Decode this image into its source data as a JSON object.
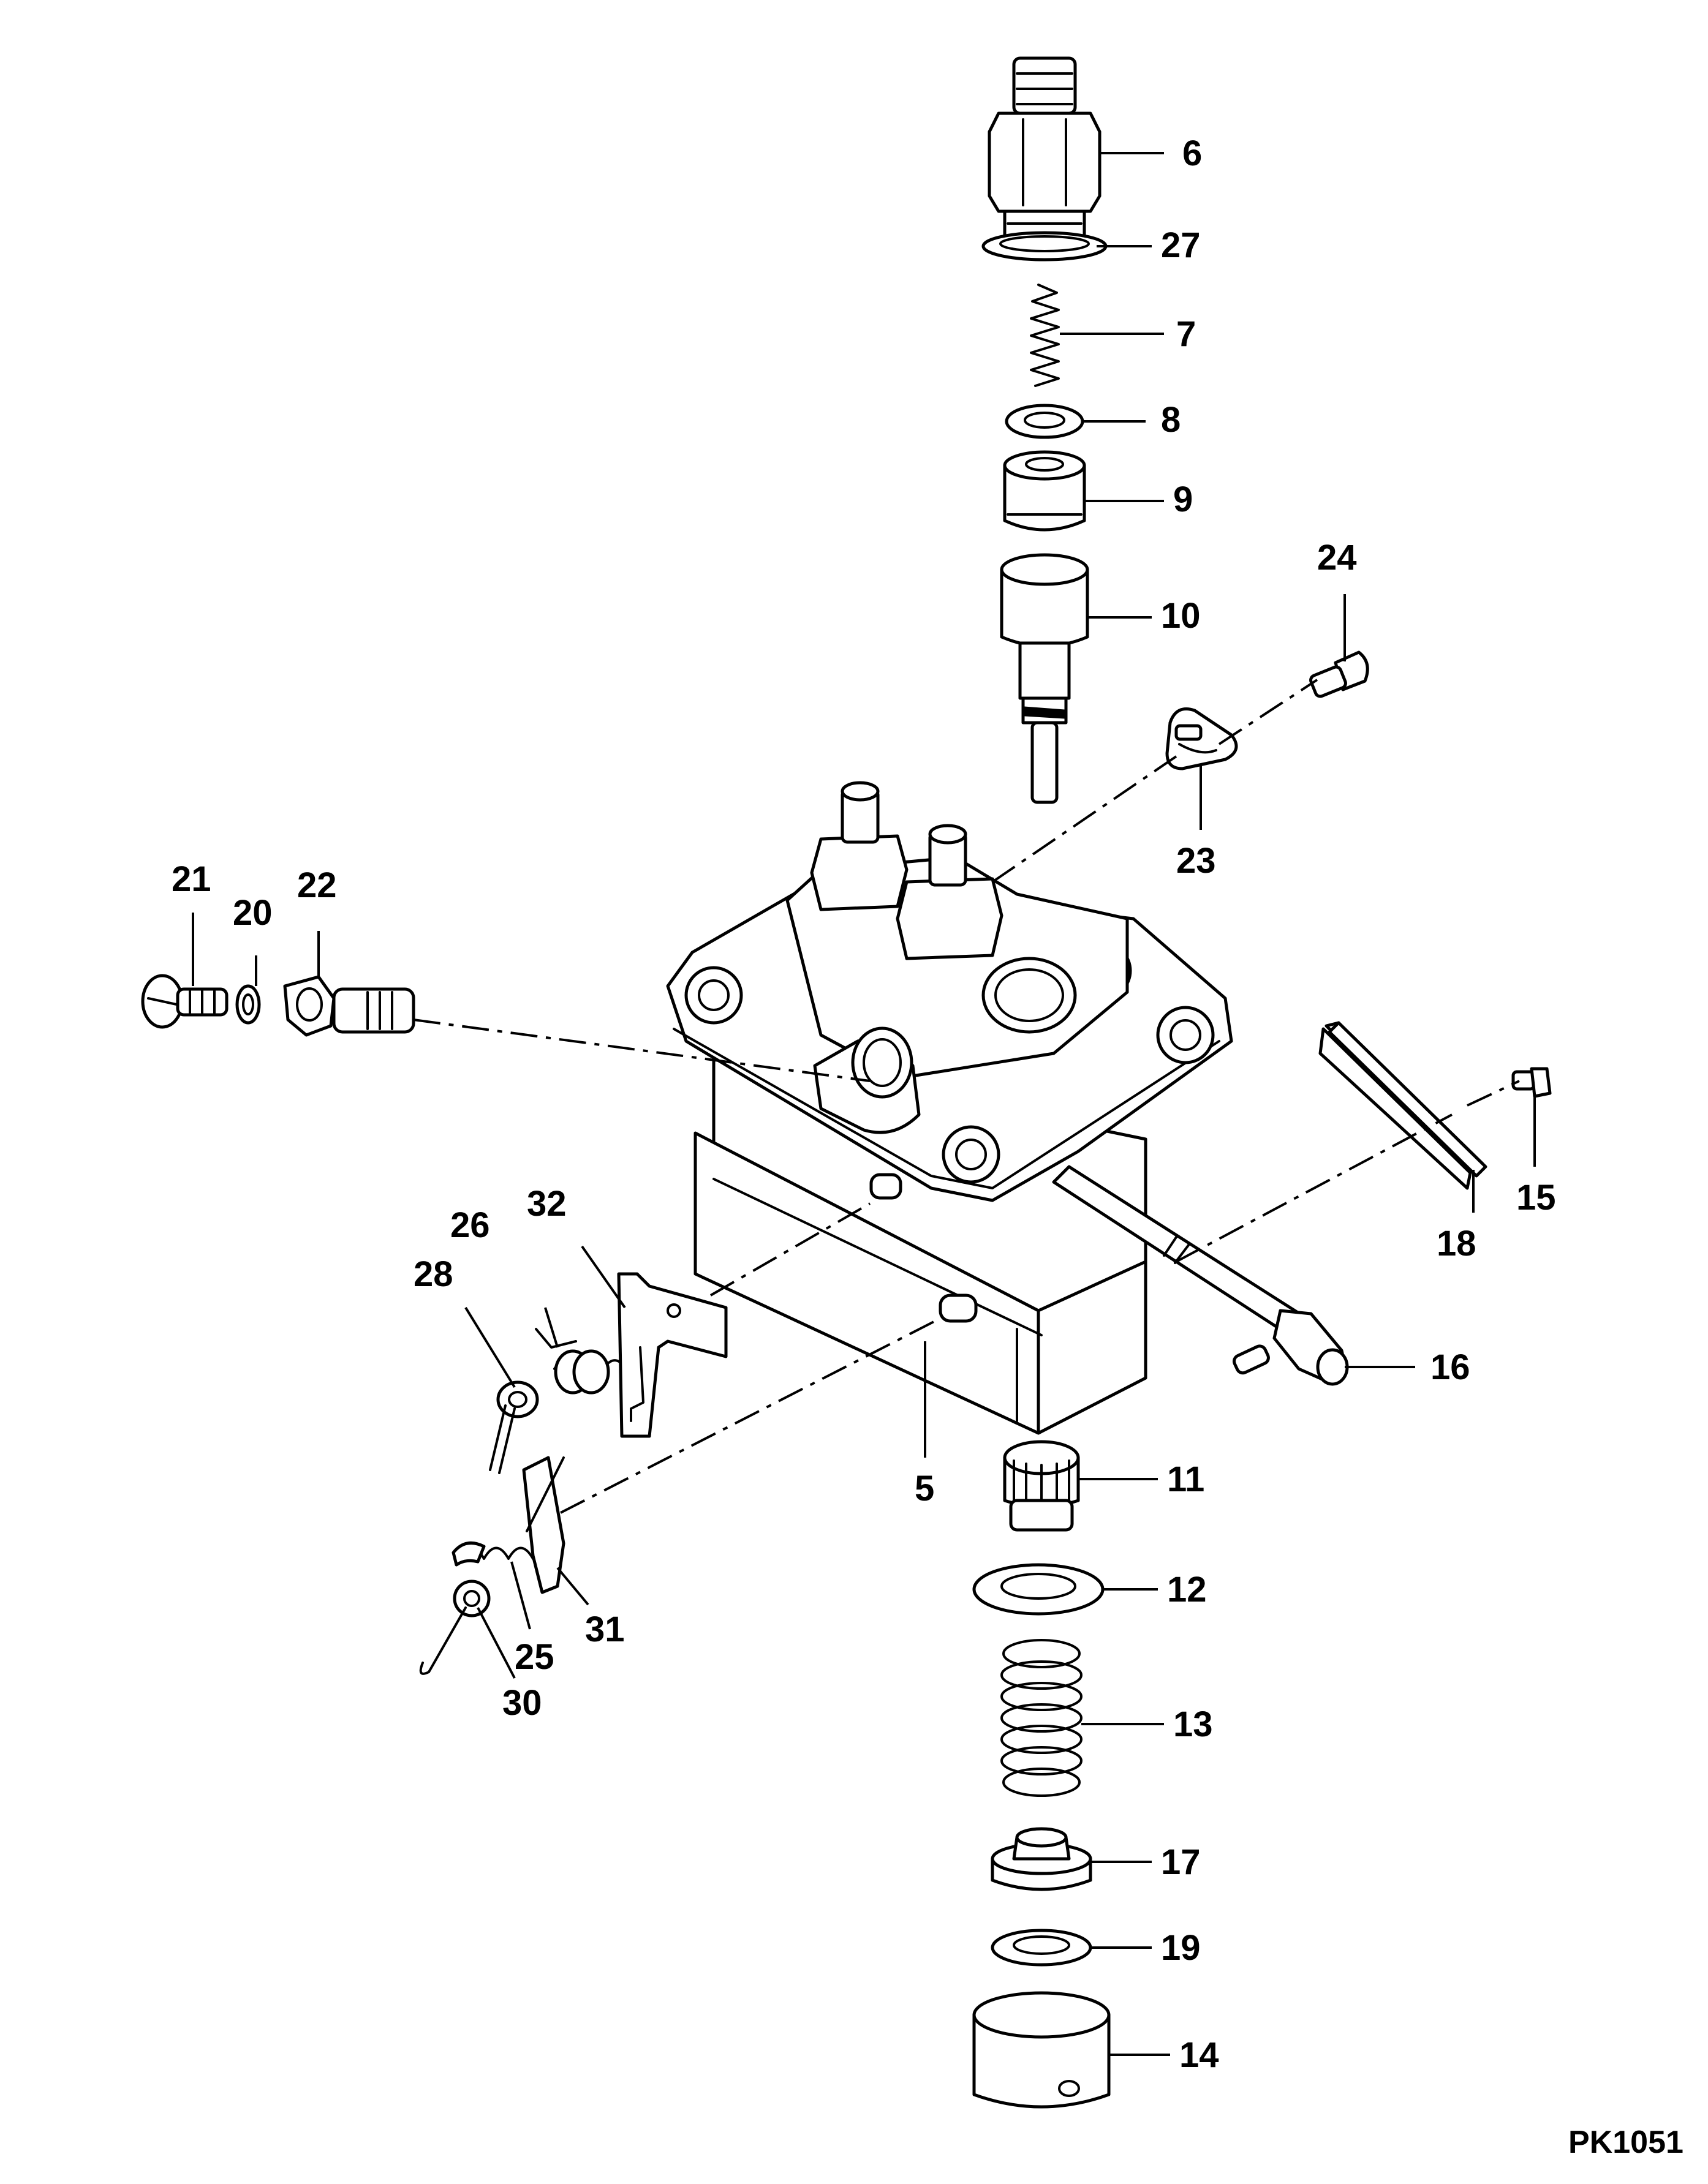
{
  "drawing_code": "PK1051",
  "callouts": {
    "c5": "5",
    "c6": "6",
    "c7": "7",
    "c8": "8",
    "c9": "9",
    "c10": "10",
    "c11": "11",
    "c12": "12",
    "c13": "13",
    "c14": "14",
    "c15": "15",
    "c16": "16",
    "c17": "17",
    "c18": "18",
    "c19": "19",
    "c20": "20",
    "c21": "21",
    "c22": "22",
    "c23": "23",
    "c24": "24",
    "c25": "25",
    "c26": "26",
    "c27": "27",
    "c28": "28",
    "c30": "30",
    "c31": "31",
    "c32": "32"
  }
}
